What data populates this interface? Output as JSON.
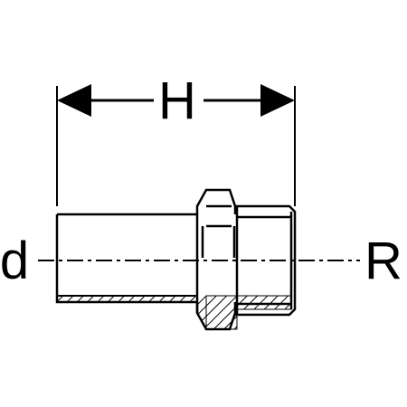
{
  "labels": {
    "height_dimension": "H",
    "left_end_dimension": "d",
    "right_end_thread": "R"
  },
  "colors": {
    "line": "#000000",
    "background": "#ffffff"
  }
}
